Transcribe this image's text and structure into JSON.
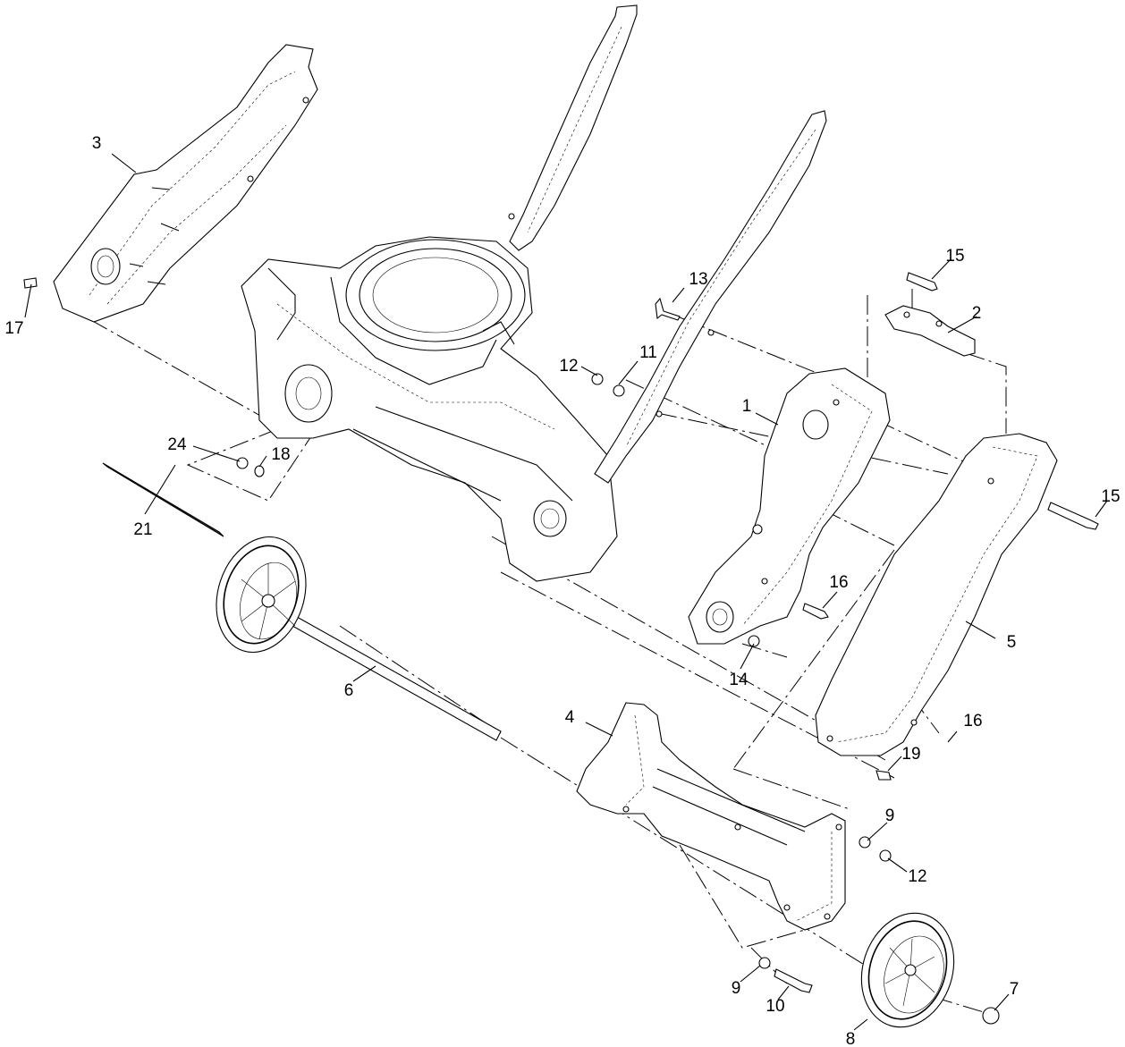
{
  "callouts": [
    {
      "id": "c1",
      "label": "1"
    },
    {
      "id": "c2",
      "label": "2"
    },
    {
      "id": "c3",
      "label": "3"
    },
    {
      "id": "c4",
      "label": "4"
    },
    {
      "id": "c5",
      "label": "5"
    },
    {
      "id": "c6",
      "label": "6"
    },
    {
      "id": "c7",
      "label": "7"
    },
    {
      "id": "c8",
      "label": "8"
    },
    {
      "id": "c9a",
      "label": "9"
    },
    {
      "id": "c9b",
      "label": "9"
    },
    {
      "id": "c10",
      "label": "10"
    },
    {
      "id": "c11",
      "label": "11"
    },
    {
      "id": "c12a",
      "label": "12"
    },
    {
      "id": "c12b",
      "label": "12"
    },
    {
      "id": "c13",
      "label": "13"
    },
    {
      "id": "c14",
      "label": "14"
    },
    {
      "id": "c15a",
      "label": "15"
    },
    {
      "id": "c15b",
      "label": "15"
    },
    {
      "id": "c16a",
      "label": "16"
    },
    {
      "id": "c16b",
      "label": "16"
    },
    {
      "id": "c17",
      "label": "17"
    },
    {
      "id": "c18",
      "label": "18"
    },
    {
      "id": "c19",
      "label": "19"
    },
    {
      "id": "c21",
      "label": "21"
    },
    {
      "id": "c24",
      "label": "24"
    }
  ]
}
